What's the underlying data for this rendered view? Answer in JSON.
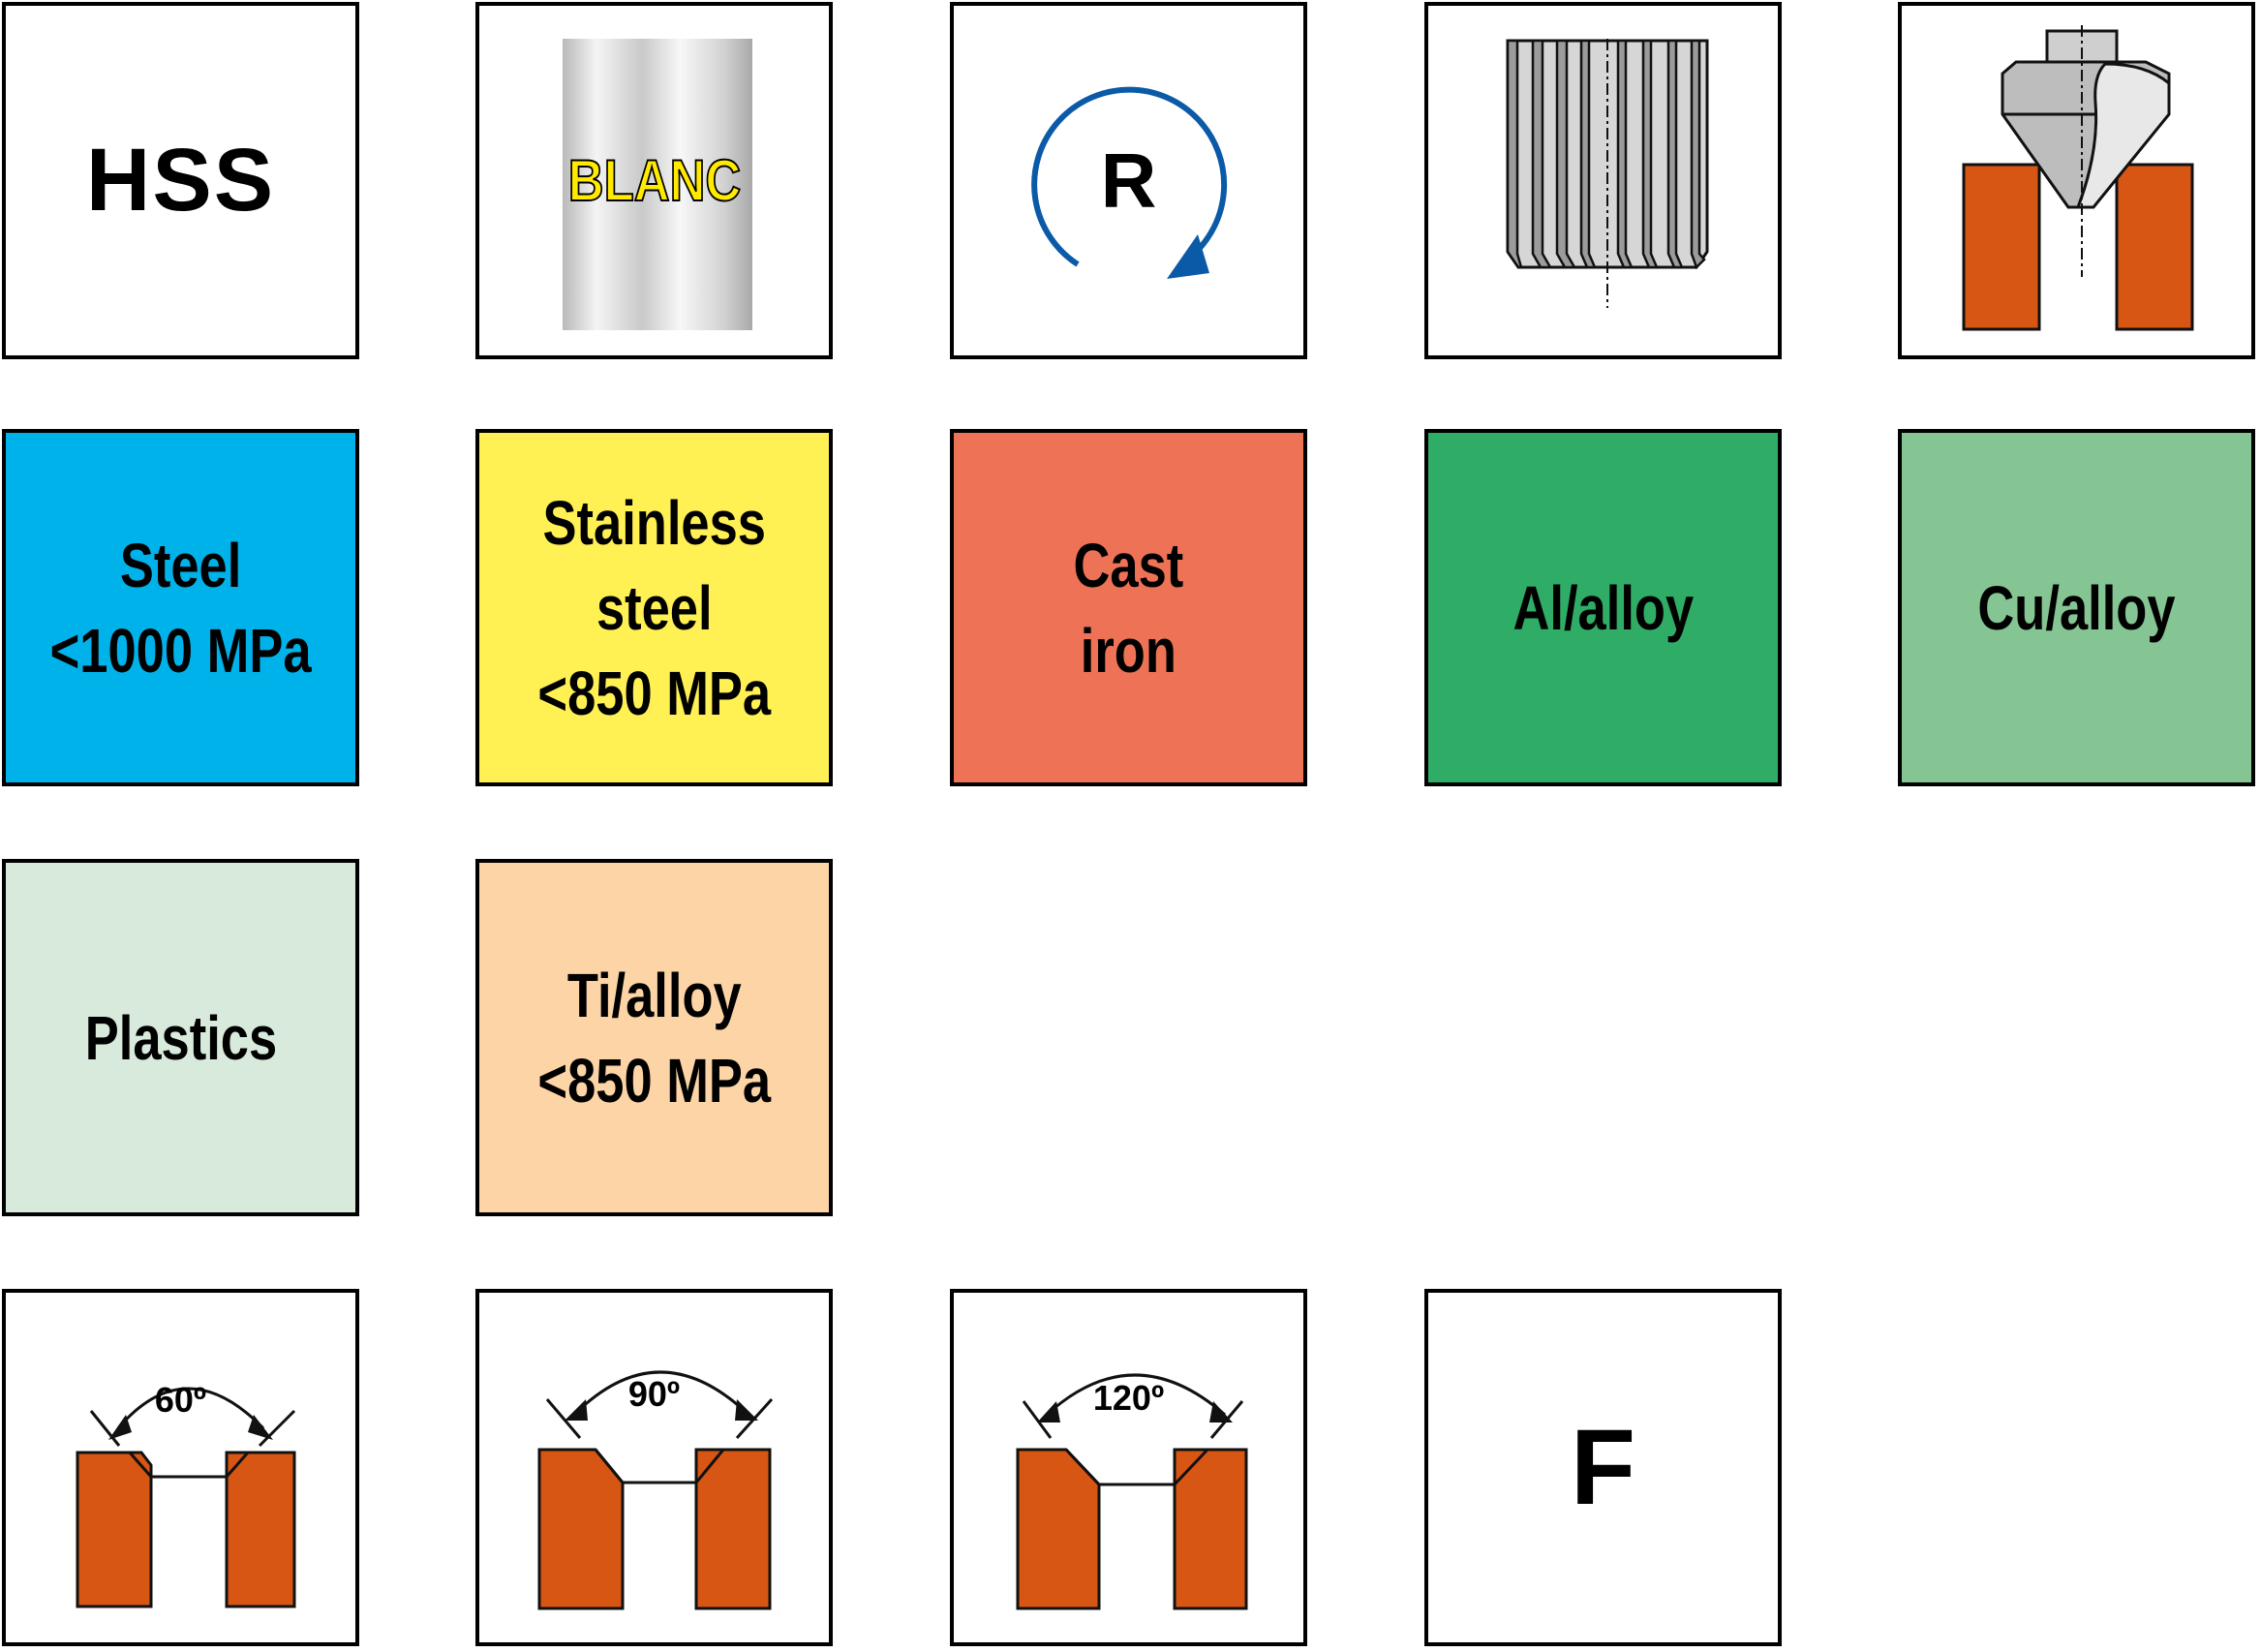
{
  "symbols": {
    "material_code": "HSS",
    "coating": "BLANC",
    "rotation": "R",
    "feed": "F"
  },
  "materials": [
    {
      "line1": "Steel",
      "line2": "<1000 MPa",
      "line3": "",
      "color": "#00b2ea"
    },
    {
      "line1": "Stainless",
      "line2": "steel",
      "line3": "<850 MPa",
      "color": "#fff054"
    },
    {
      "line1": "Cast",
      "line2": "iron",
      "line3": "",
      "color": "#ee7356"
    },
    {
      "line1": "Al/alloy",
      "line2": "",
      "line3": "",
      "color": "#2fad67"
    },
    {
      "line1": "Cu/alloy",
      "line2": "",
      "line3": "",
      "color": "#85c493"
    },
    {
      "line1": "Plastics",
      "line2": "",
      "line3": "",
      "color": "#d8eadb"
    },
    {
      "line1": "Ti/alloy",
      "line2": "<850 MPa",
      "line3": "",
      "color": "#fcd4a6"
    }
  ],
  "angles": [
    "60º",
    "90º",
    "120º"
  ],
  "colors": {
    "workpiece": "#d85614",
    "arrow_blue": "#0a5aa8",
    "coating_text": "#ffea00"
  }
}
